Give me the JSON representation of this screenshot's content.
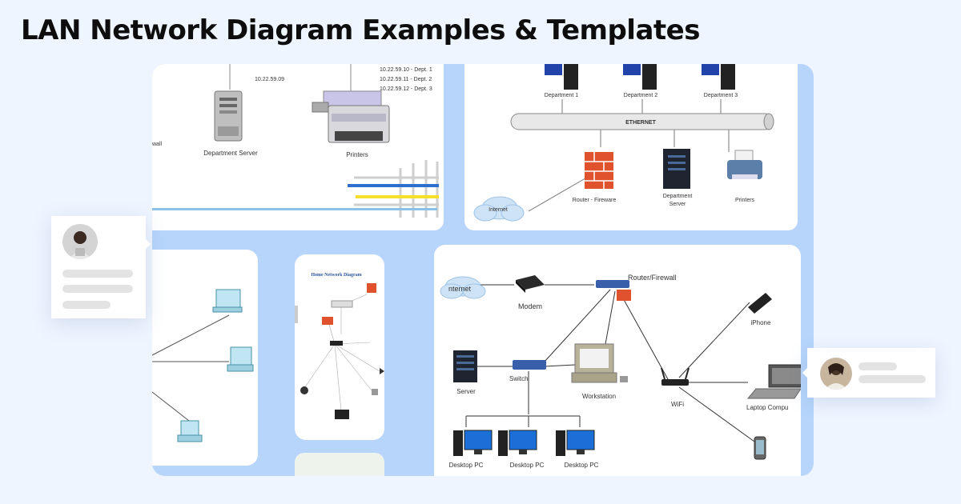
{
  "header": {
    "title": "LAN Network Diagram Examples & Templates"
  },
  "card1": {
    "ip_top": "10.22.59.09",
    "ip_dept1": "10.22.59.10 - Dept. 1",
    "ip_dept2": "10.22.59.11 - Dept. 2",
    "ip_dept3": "10.22.59.12 - Dept. 3",
    "server_label": "Department Server",
    "printers_label": "Printers",
    "firewall_label": "wall"
  },
  "card2": {
    "dept1": "Department 1",
    "dept2": "Department 2",
    "dept3": "Department 3",
    "ethernet": "ETHERNET",
    "internet": "Internet",
    "router_label": "Router - Fireware",
    "server_label_1": "Department",
    "server_label_2": "Server",
    "printers_label": "Printers"
  },
  "card4": {
    "title": "Home Network Diagram"
  },
  "card5": {
    "internet": "nternet",
    "modem": "Modem",
    "router": "Router/Firewall",
    "iphone": "iPhone",
    "server": "Server",
    "switch": "Switch",
    "workstation": "Workstation",
    "wifi": "WiFi",
    "laptop": "Laptop Compu",
    "desktop1": "Desktop PC",
    "desktop2": "Desktop PC",
    "desktop3": "Desktop PC"
  },
  "colors": {
    "accent": "#b7d5fb",
    "page_bg": "#eef5ff",
    "firewall": "#e0522e",
    "pc_screen": "#1b6fd6",
    "switch": "#3a5faa"
  }
}
